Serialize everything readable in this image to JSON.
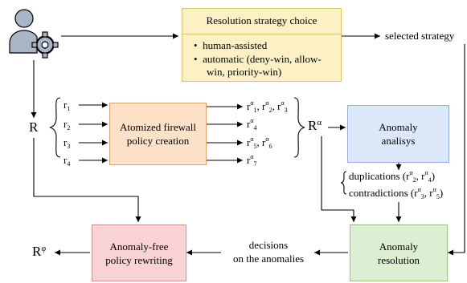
{
  "colors": {
    "strategy_fill": "#fcf1c5",
    "strategy_border": "#e0c46a",
    "atomize_fill": "#fde2c7",
    "atomize_border": "#e0a46a",
    "analysis_fill": "#dce8fa",
    "analysis_border": "#93b0dc",
    "resolution_fill": "#dcefd3",
    "resolution_border": "#97c27f",
    "rewriting_fill": "#f9d3d3",
    "rewriting_border": "#d99090",
    "icon_fill": "#a9b6c6"
  },
  "icons": {
    "user": "user-gear-icon"
  },
  "strategy": {
    "title": "Resolution strategy choice",
    "item1": "human-assisted",
    "item2a": "automatic (deny-win, allow-",
    "item2b": "win, priority-win)"
  },
  "selected_strategy": "selected strategy",
  "R": "R",
  "R_alpha_base": "R",
  "R_alpha_sup": "α",
  "R_phi_base": "R",
  "R_phi_sup": "φ",
  "rules": [
    {
      "base": "r",
      "sub": "1"
    },
    {
      "base": "r",
      "sub": "2"
    },
    {
      "base": "r",
      "sub": "3"
    },
    {
      "base": "r",
      "sub": "4"
    }
  ],
  "atomize": {
    "line1": "Atomized firewall",
    "line2": "policy creation"
  },
  "atomic_rules": [
    "1",
    "2",
    "3",
    "4",
    "5",
    "6",
    "7"
  ],
  "analysis": {
    "line1": "Anomaly",
    "line2": "analisys"
  },
  "duplications_label": "duplications",
  "contradictions_label": "contradictions",
  "dup_pair": [
    "2",
    "4"
  ],
  "contra_pair": [
    "3",
    "5"
  ],
  "resolution": {
    "line1": "Anomaly",
    "line2": "resolution"
  },
  "decisions": {
    "line1": "decisions",
    "line2": "on the anomalies"
  },
  "rewriting": {
    "line1": "Anomaly-free",
    "line2": "policy rewriting"
  }
}
